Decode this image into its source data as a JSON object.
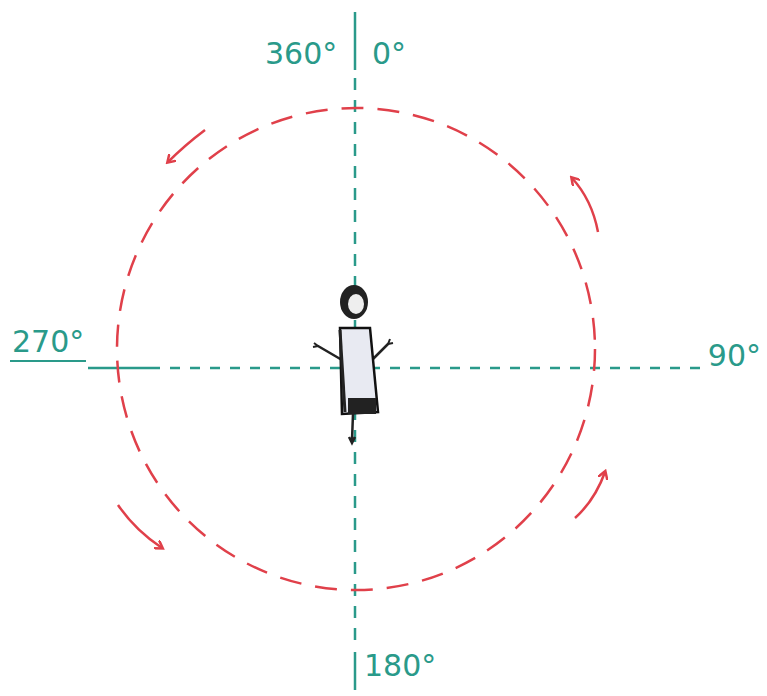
{
  "diagram": {
    "labels": [
      "360°",
      "0°",
      "90°",
      "180°",
      "270°"
    ]
  }
}
